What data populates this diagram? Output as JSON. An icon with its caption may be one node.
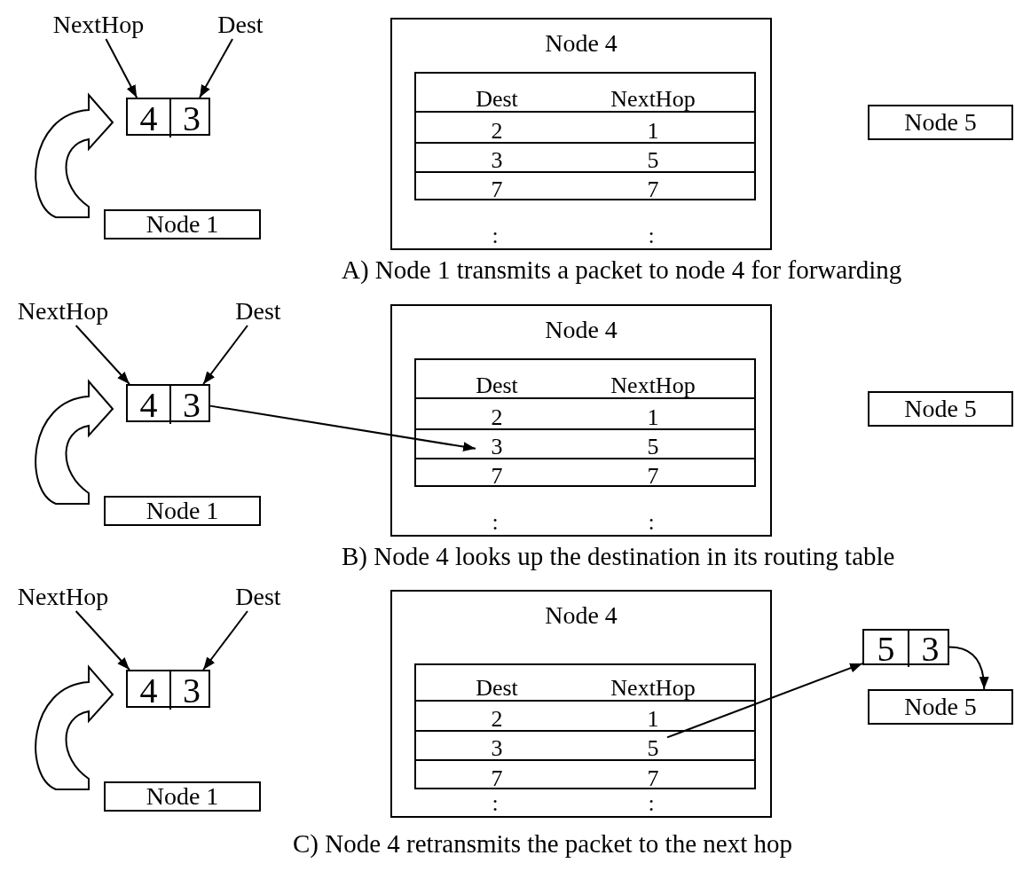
{
  "diagram": {
    "nodes": [
      {
        "text": [
          "NextHop"
        ]
      },
      {
        "text": [
          "Dest"
        ]
      },
      {
        "text": [],
        "shape": "box"
      },
      {
        "text": [
          "4"
        ],
        "in": 2
      },
      {
        "text": [
          "3"
        ],
        "in": 2
      },
      {
        "text": [
          "Node 1"
        ]
      },
      {
        "text": [
          "Node 4"
        ]
      },
      {
        "text": [],
        "shape": "box",
        "in": 6
      },
      {
        "text": [
          "Dest"
        ],
        "in": 7
      },
      {
        "text": [
          "NextHop"
        ],
        "in": 7
      },
      {
        "text": [
          "2"
        ],
        "in": 7
      },
      {
        "text": [
          "1"
        ],
        "in": 7
      },
      {
        "text": [
          "3"
        ],
        "in": 7
      },
      {
        "text": [
          "5"
        ],
        "in": 7
      },
      {
        "text": [
          "7"
        ],
        "in": 7
      },
      {
        "text": [
          "7"
        ],
        "in": 7
      },
      {
        "text": [
          ":"
        ],
        "in": 6
      },
      {
        "text": [
          ":"
        ],
        "in": 6
      },
      {
        "text": [
          "Node 5"
        ]
      },
      {
        "text": [
          "NextHop"
        ]
      },
      {
        "text": [
          "Dest"
        ]
      },
      {
        "text": [],
        "shape": "box"
      },
      {
        "text": [
          "4"
        ],
        "in": 21
      },
      {
        "text": [
          "3"
        ],
        "in": 21
      },
      {
        "text": [
          "Node 1"
        ]
      },
      {
        "text": [
          "Node 4"
        ]
      },
      {
        "text": [],
        "shape": "box",
        "in": 25
      },
      {
        "text": [
          "Dest"
        ],
        "in": 26
      },
      {
        "text": [
          "NextHop"
        ],
        "in": 26
      },
      {
        "text": [
          "2"
        ],
        "in": 26
      },
      {
        "text": [
          "1"
        ],
        "in": 26
      },
      {
        "text": [
          "3"
        ],
        "in": 26
      },
      {
        "text": [
          "5"
        ],
        "in": 26
      },
      {
        "text": [
          "7"
        ],
        "in": 26
      },
      {
        "text": [
          "7"
        ],
        "in": 26
      },
      {
        "text": [
          ":"
        ],
        "in": 25
      },
      {
        "text": [
          ":"
        ],
        "in": 25
      },
      {
        "text": [
          "Node 5"
        ]
      },
      {
        "text": [
          "NextHop"
        ]
      },
      {
        "text": [
          "Dest"
        ]
      },
      {
        "text": [],
        "shape": "box"
      },
      {
        "text": [
          "4"
        ],
        "in": 40
      },
      {
        "text": [
          "3"
        ],
        "in": 40
      },
      {
        "text": [
          "Node 1"
        ]
      },
      {
        "text": [
          "Node 4"
        ]
      },
      {
        "text": [],
        "shape": "box",
        "in": 44
      },
      {
        "text": [
          "Dest"
        ],
        "in": 45
      },
      {
        "text": [
          "NextHop"
        ],
        "in": 45
      },
      {
        "text": [
          "2"
        ],
        "in": 45
      },
      {
        "text": [
          "1"
        ],
        "in": 45
      },
      {
        "text": [
          "3"
        ],
        "in": 45
      },
      {
        "text": [
          "5"
        ],
        "in": 45
      },
      {
        "text": [
          "7"
        ],
        "in": 45
      },
      {
        "text": [
          "7"
        ],
        "in": 45
      },
      {
        "text": [
          ":"
        ],
        "in": 44
      },
      {
        "text": [
          ":"
        ],
        "in": 44
      },
      {
        "text": [
          "Node 5"
        ]
      },
      {
        "text": [],
        "shape": "box"
      },
      {
        "text": [
          "5"
        ],
        "in": 57
      },
      {
        "text": [
          "3"
        ],
        "in": 57
      }
    ],
    "edges": [
      {
        "from": 0,
        "to": 3,
        "arrow": "to"
      },
      {
        "from": 1,
        "to": 4,
        "arrow": "to"
      },
      {
        "from": 5,
        "to": 2,
        "arrow": "to",
        "style": "thick"
      },
      {
        "from": 19,
        "to": 22,
        "arrow": "to"
      },
      {
        "from": 20,
        "to": 23,
        "arrow": "to"
      },
      {
        "from": 24,
        "to": 21,
        "arrow": "to",
        "style": "thick"
      },
      {
        "from": 23,
        "to": 31,
        "arrow": "to"
      },
      {
        "from": 38,
        "to": 41,
        "arrow": "to"
      },
      {
        "from": 39,
        "to": 42,
        "arrow": "to"
      },
      {
        "from": 43,
        "to": 40,
        "arrow": "to",
        "style": "thick"
      },
      {
        "from": 51,
        "to": 57,
        "arrow": "to"
      },
      {
        "from": 57,
        "to": 56,
        "arrow": "to"
      }
    ],
    "labels": [
      "A) Node 1 transmits a packet to node 4 for forwarding",
      "B) Node 4 looks up the destination in its routing table",
      "C) Node 4 retransmits the packet to the next hop"
    ]
  }
}
